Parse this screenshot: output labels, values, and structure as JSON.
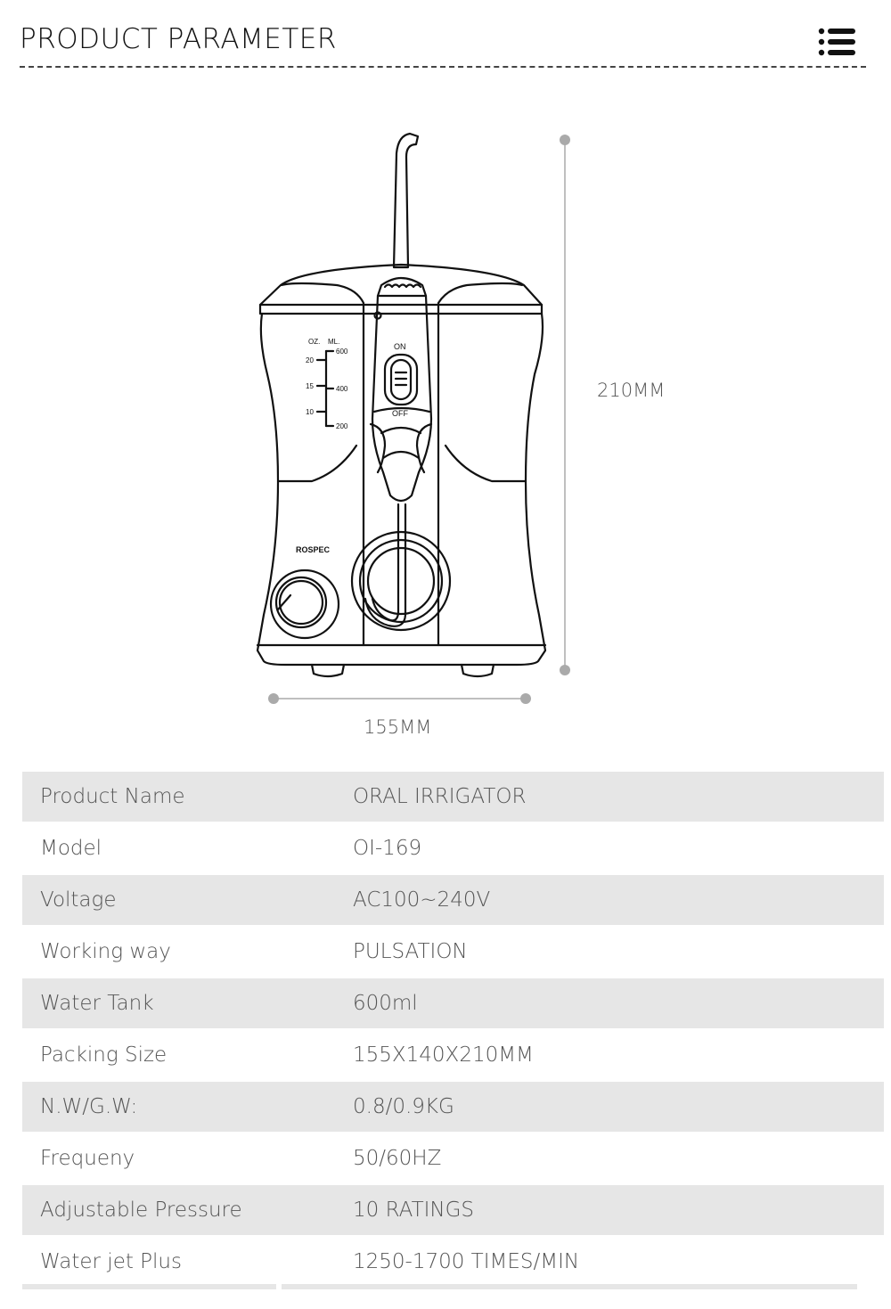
{
  "header": {
    "title": "PRODUCT PARAMETER",
    "menu_icon": "list-menu-icon"
  },
  "drawing": {
    "height_label": "210MM",
    "width_label": "155MM",
    "device": {
      "brand": "ROSPEC",
      "switch_on": "ON",
      "switch_off": "OFF",
      "scale_units_oz": "OZ.",
      "scale_units_ml": "ML.",
      "scale_oz": [
        "20",
        "15",
        "10"
      ],
      "scale_ml": [
        "600",
        "400",
        "200"
      ]
    }
  },
  "specs": [
    {
      "label": "Product Name",
      "value": "ORAL IRRIGATOR"
    },
    {
      "label": "Model",
      "value": "OI-169"
    },
    {
      "label": "Voltage",
      "value": "AC100~240V"
    },
    {
      "label": "Working way",
      "value": "PULSATION"
    },
    {
      "label": "Water Tank",
      "value": "600ml"
    },
    {
      "label": "Packing Size",
      "value": "155X140X210MM"
    },
    {
      "label": "N.W/G.W:",
      "value": " 0.8/0.9KG"
    },
    {
      "label": "Frequeny",
      "value": "50/60HZ"
    },
    {
      "label": "Adjustable Pressure",
      "value": "10 RATINGS"
    },
    {
      "label": "Water jet Plus",
      "value": "1250-1700 TIMES/MIN"
    }
  ]
}
